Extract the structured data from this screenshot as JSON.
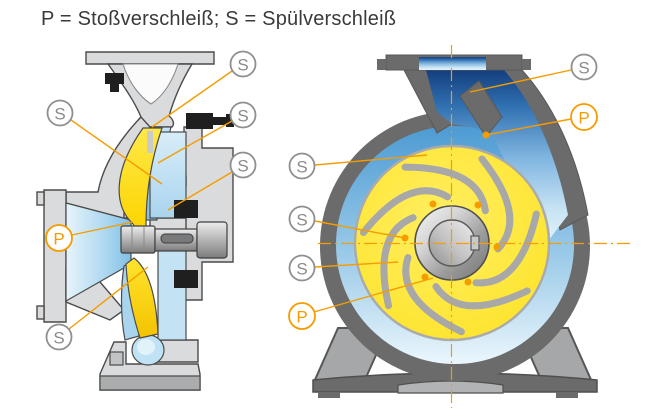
{
  "title": "P = Stoßverschleiß; S = Spülverschleiß",
  "legend": {
    "p": {
      "symbol": "P",
      "meaning": "Stoßverschleiß"
    },
    "s": {
      "symbol": "S",
      "meaning": "Spülverschleiß"
    }
  },
  "colors": {
    "accent_orange": "#F59C00",
    "label_gray": "#8C8C8C",
    "casing_light_gray": "#DADBDC",
    "casing_dark_gray": "#6B6B6B",
    "water_blue": "#5FA8DC",
    "water_blue_dark": "#143E7E",
    "impeller_yellow": "#FFE42E",
    "vane_gray": "#A8A8A8"
  },
  "left_diagram": {
    "labels": [
      {
        "letter": "S"
      },
      {
        "letter": "S"
      },
      {
        "letter": "S"
      },
      {
        "letter": "S"
      },
      {
        "letter": "P"
      },
      {
        "letter": "S"
      }
    ]
  },
  "right_diagram": {
    "labels": [
      {
        "letter": "S"
      },
      {
        "letter": "P"
      },
      {
        "letter": "S"
      },
      {
        "letter": "S"
      },
      {
        "letter": "S"
      },
      {
        "letter": "P"
      }
    ]
  }
}
